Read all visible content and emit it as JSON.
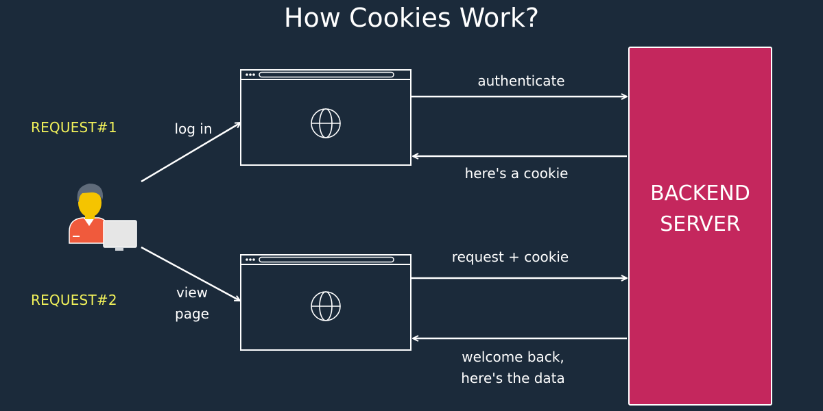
{
  "title": "How Cookies Work?",
  "requests": [
    {
      "label": "REQUEST#1",
      "action": "log in"
    },
    {
      "label": "REQUEST#2",
      "action": "view\npage"
    }
  ],
  "messages": {
    "authenticate": "authenticate",
    "cookie_response": "here's a cookie",
    "request_cookie": "request + cookie",
    "welcome_back": "welcome back,\nhere's the data"
  },
  "server": {
    "label": "BACKEND\nSERVER"
  },
  "colors": {
    "background": "#1b2a3a",
    "server": "#c4275d",
    "request_label": "#f2f25a",
    "user_shirt": "#f05a3c",
    "user_face": "#f5c400"
  },
  "icons": {
    "user": "user-at-computer-icon",
    "browser_globe": "globe-icon"
  }
}
